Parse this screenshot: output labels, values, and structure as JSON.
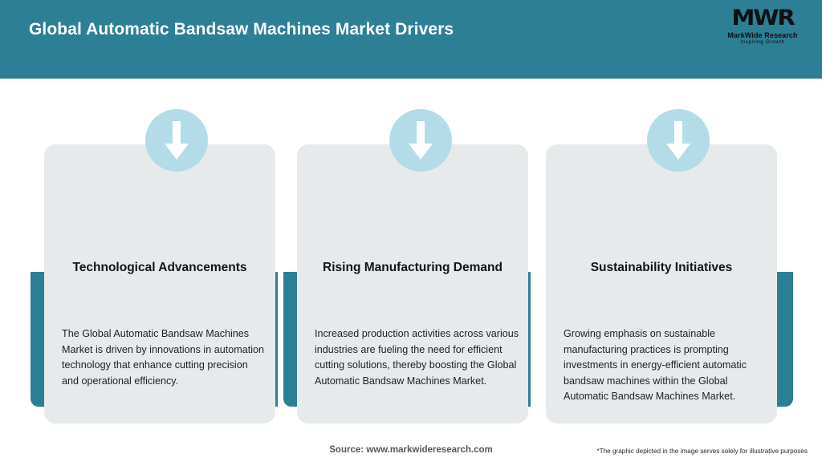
{
  "header": {
    "title": "Global Automatic Bandsaw Machines Market Drivers",
    "bg_color": "#2d7f96",
    "logo": {
      "mark": "MWR",
      "name": "MarkWide Research",
      "tagline": "Inspiring Growth"
    }
  },
  "theme": {
    "teal": "#2d7f96",
    "card_bg": "#e6eaeb",
    "badge_blue": "#b3dce8",
    "title_color": "#111418"
  },
  "drivers": [
    {
      "icon": "down-arrow-icon",
      "title": "Technological Advancements",
      "body": "The Global Automatic Bandsaw Machines Market is driven by innovations in automation technology that enhance cutting precision and operational efficiency."
    },
    {
      "icon": "down-arrow-icon",
      "title": "Rising Manufacturing Demand",
      "body": "Increased production activities across various industries are fueling the need for efficient cutting solutions, thereby boosting the Global Automatic Bandsaw Machines Market."
    },
    {
      "icon": "down-arrow-icon",
      "title": "Sustainability Initiatives",
      "body": "Growing emphasis on sustainable manufacturing practices is prompting investments in energy-efficient automatic bandsaw machines within the Global Automatic Bandsaw Machines Market."
    }
  ],
  "footer": {
    "source": "Source: www.markwideresearch.com",
    "disclaimer": "*The graphic depicted in the image serves solely for illustrative purposes"
  }
}
